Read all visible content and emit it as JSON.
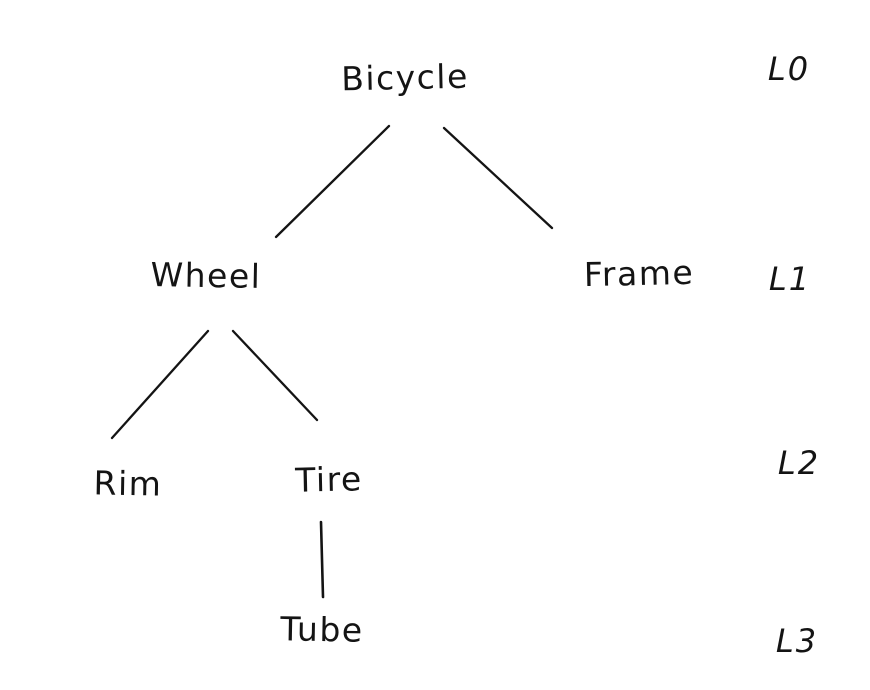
{
  "diagram": {
    "type": "tree",
    "nodes": {
      "bicycle": {
        "label": "Bicycle",
        "level": 0
      },
      "wheel": {
        "label": "Wheel",
        "level": 1
      },
      "frame": {
        "label": "Frame",
        "level": 1
      },
      "rim": {
        "label": "Rim",
        "level": 2
      },
      "tire": {
        "label": "Tire",
        "level": 2
      },
      "tube": {
        "label": "Tube",
        "level": 3
      }
    },
    "edges": [
      {
        "from": "Bicycle",
        "to": "Wheel"
      },
      {
        "from": "Bicycle",
        "to": "Frame"
      },
      {
        "from": "Wheel",
        "to": "Rim"
      },
      {
        "from": "Wheel",
        "to": "Tire"
      },
      {
        "from": "Tire",
        "to": "Tube"
      }
    ],
    "level_labels": {
      "l0": {
        "label": "L0"
      },
      "l1": {
        "label": "L1"
      },
      "l2": {
        "label": "L2"
      },
      "l3": {
        "label": "L3"
      }
    },
    "colors": {
      "ink": "#141414",
      "background": "#ffffff"
    }
  }
}
